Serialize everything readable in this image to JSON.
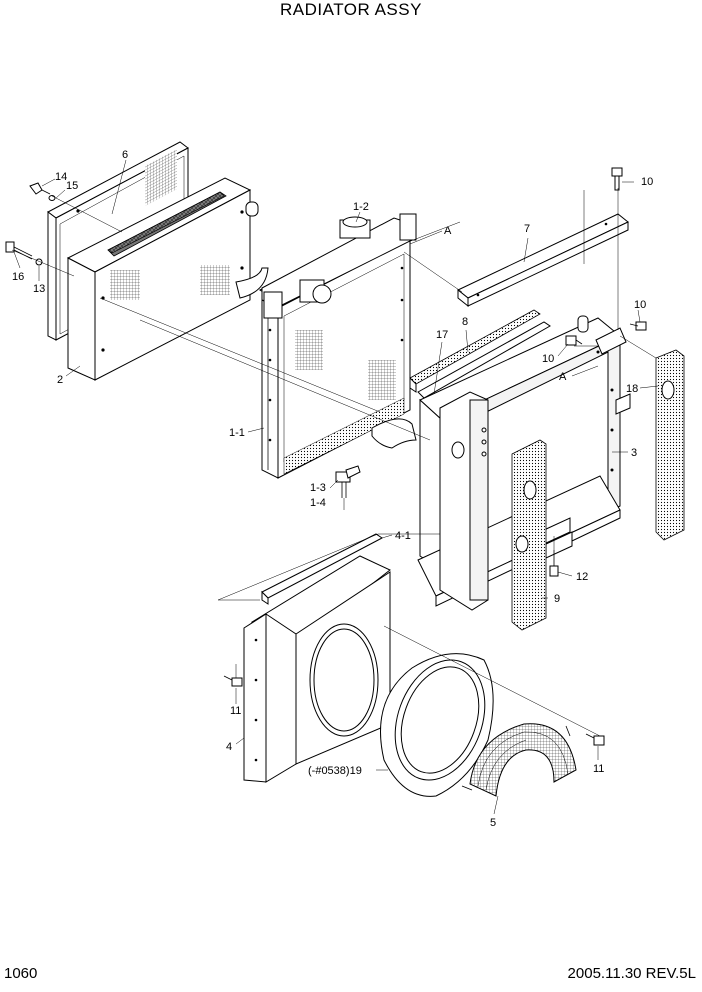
{
  "title": "RADIATOR ASSY",
  "page_number": "1060",
  "date_rev": "2005.11.30  REV.5L",
  "callouts": {
    "c6": "6",
    "c14": "14",
    "c15": "15",
    "c16": "16",
    "c13": "13",
    "c2": "2",
    "c1_2": "1-2",
    "cA1": "A",
    "c7": "7",
    "c10a": "10",
    "c10b": "10",
    "c10c": "10",
    "c8": "8",
    "c17": "17",
    "cA2": "A",
    "c18": "18",
    "c1_1": "1-1",
    "c3": "3",
    "c1_3": "1-3",
    "c1_4": "1-4",
    "c4_1": "4-1",
    "c12": "12",
    "c9": "9",
    "c11a": "11",
    "c4": "4",
    "c19": "(-#0538)19",
    "c11b": "11",
    "c5": "5"
  }
}
